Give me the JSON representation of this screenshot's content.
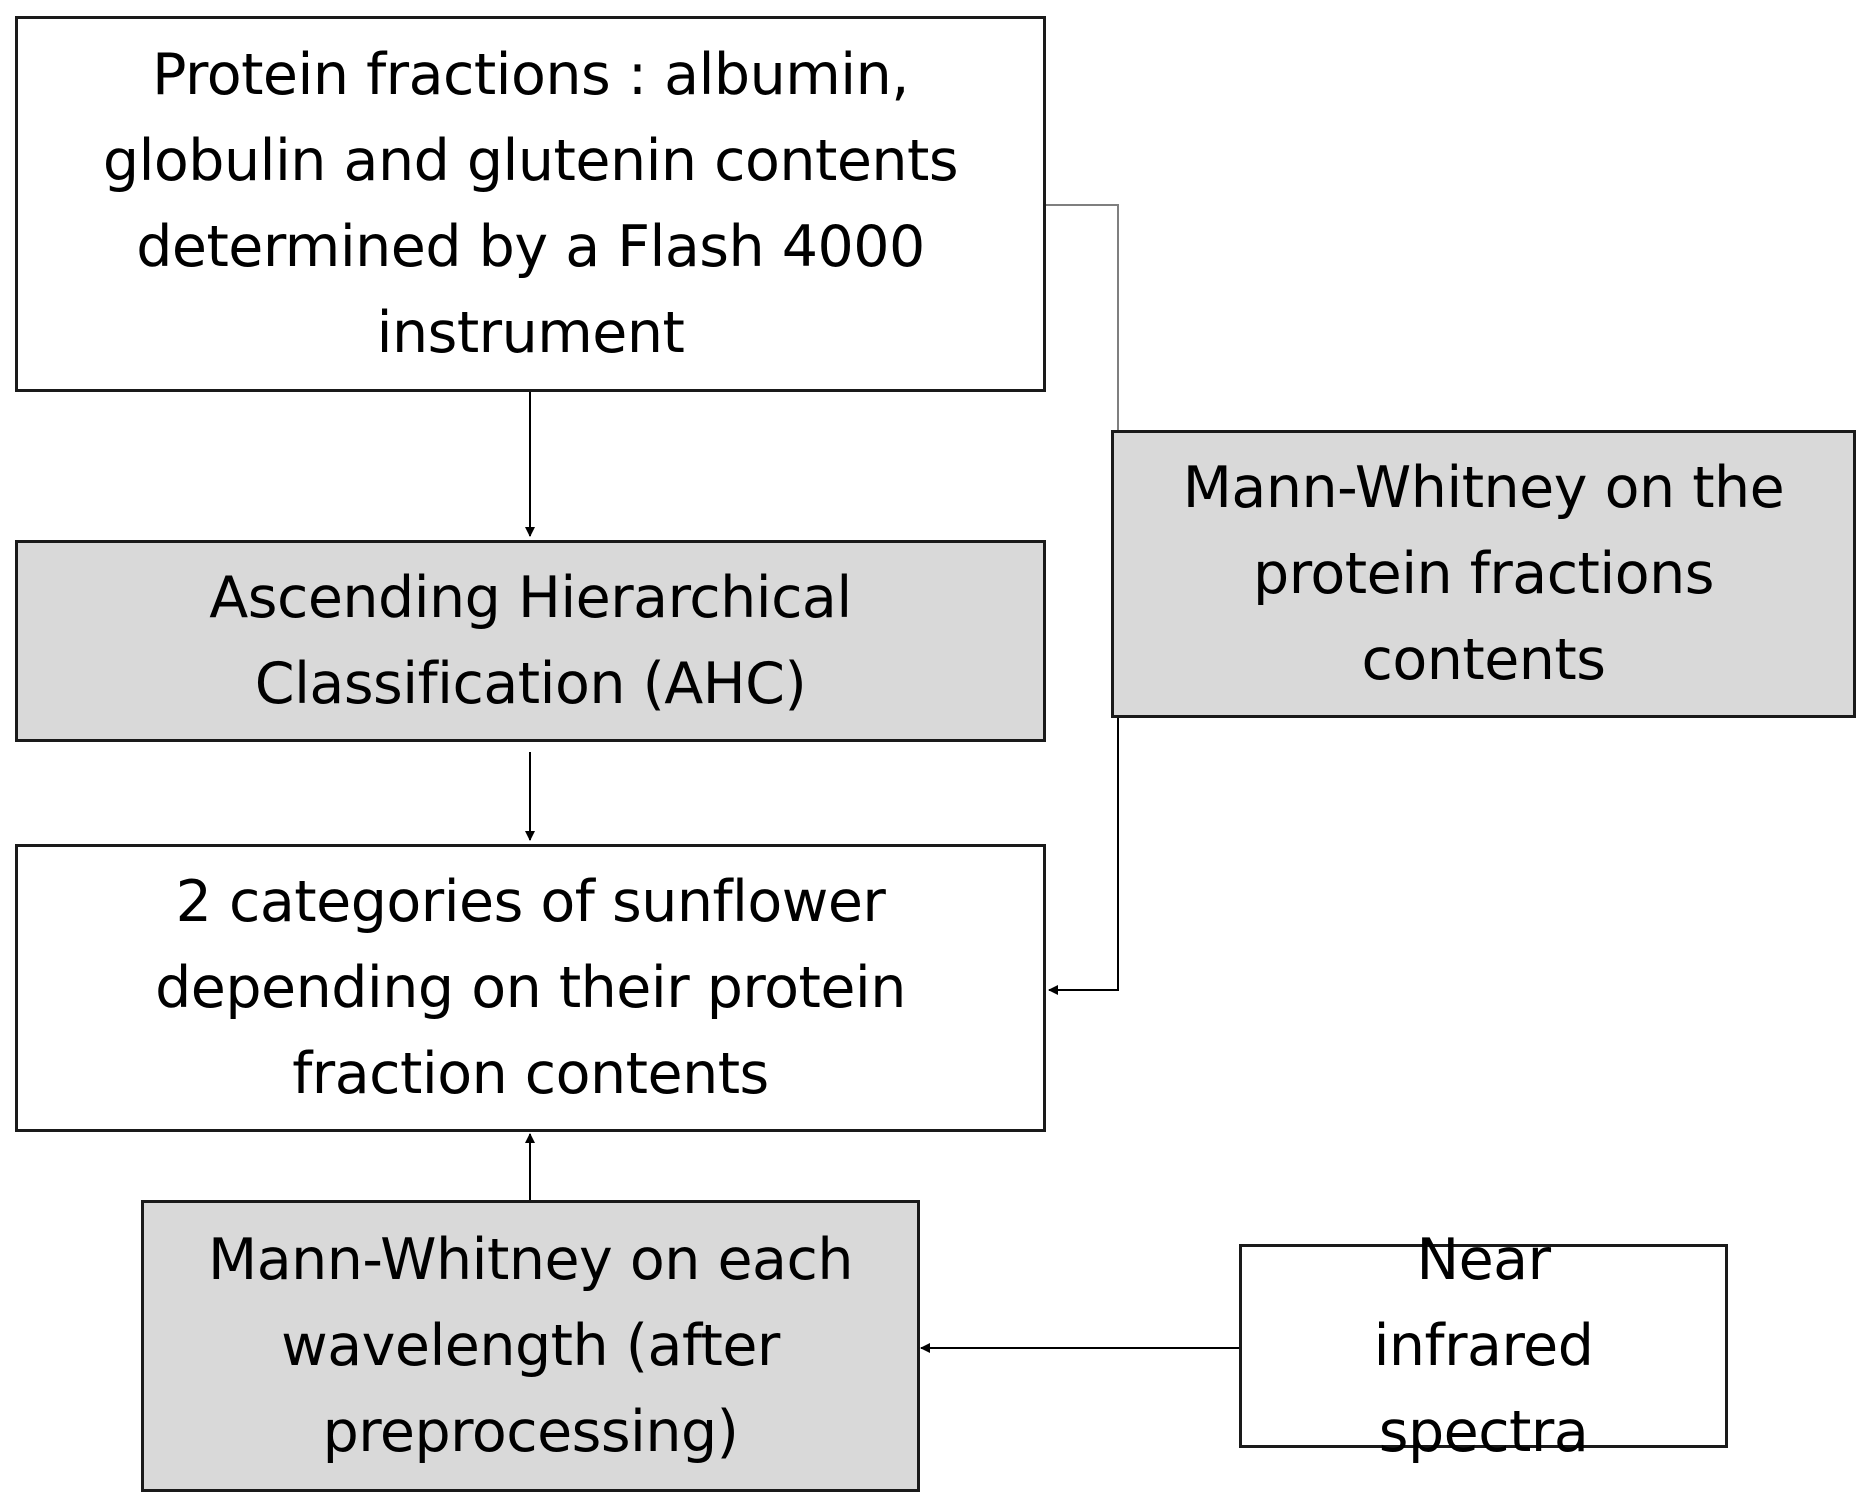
{
  "colors": {
    "box_fill": "#ffffff",
    "box_fill_highlight": "#d9d9d9",
    "box_border": "#1a1a1a",
    "connector": "#000000",
    "connector_light": "#7f7f7f"
  },
  "nodes": {
    "protein_fractions": "Protein fractions : albumin, globulin and glutenin contents determined by a Flash 4000 instrument",
    "ahc": "Ascending Hierarchical Classification (AHC)",
    "mann_whitney_protein": "Mann-Whitney on the protein fractions contents",
    "categories": "2 categories of sunflower depending on their protein fraction contents",
    "mann_whitney_wavelength": "Mann-Whitney on each wavelength (after preprocessing)",
    "nir_spectra": "Near infrared spectra"
  },
  "edges": [
    {
      "from": "protein_fractions",
      "to": "ahc"
    },
    {
      "from": "ahc",
      "to": "categories"
    },
    {
      "from": "protein_fractions",
      "to": "categories",
      "via": "mann_whitney_protein"
    },
    {
      "from": "mann_whitney_wavelength",
      "to": "categories"
    },
    {
      "from": "nir_spectra",
      "to": "mann_whitney_wavelength"
    }
  ]
}
